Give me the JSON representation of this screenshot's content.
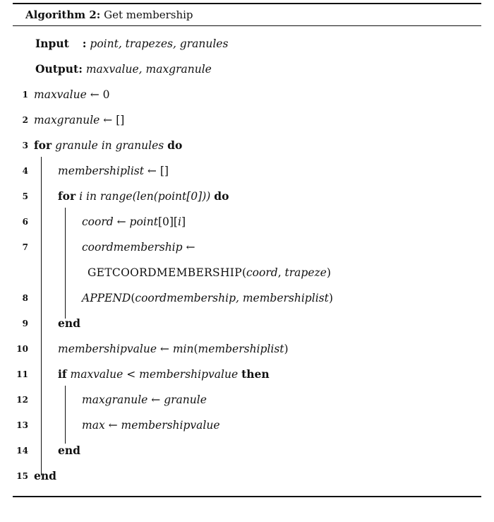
{
  "algorithm": {
    "title_label": "Algorithm 2:",
    "title_text": "Get membership",
    "input_label": "Input",
    "input_sep": ":",
    "input_value": "point, trapezes, granules",
    "output_label": "Output:",
    "output_value": "maxvalue, maxgranule",
    "lines": [
      {
        "n": "1",
        "a": "maxvalue",
        "b": " ← 0"
      },
      {
        "n": "2",
        "a": "maxgranule",
        "b": " ← []"
      },
      {
        "n": "3",
        "kw1": "for",
        "it": "granule in granules",
        "kw2": "do"
      },
      {
        "n": "4",
        "a": "membershiplist",
        "b": " ← []"
      },
      {
        "n": "5",
        "kw1": "for",
        "it": "i in range(len(point[0]))",
        "kw2": "do"
      },
      {
        "n": "6",
        "a": "coord",
        "b": " ← ",
        "c": "point",
        "d": "[0][",
        "e": "i",
        "f": "]"
      },
      {
        "n": "7",
        "a": "coordmembership",
        "b": " ←"
      },
      {
        "n": "",
        "fn": "GETCOORDMEMBERSHIP",
        "args_open": "(",
        "arg1": "coord",
        "comma": ", ",
        "arg2": "trapeze",
        "args_close": ")"
      },
      {
        "n": "8",
        "a": "APPEND",
        "b": "(",
        "c": "coordmembership, membershiplist",
        "d": ")"
      },
      {
        "n": "9",
        "kw1": "end"
      },
      {
        "n": "10",
        "a": "membershipvalue",
        "b": " ← ",
        "c": "min",
        "d": "(",
        "e": "membershiplist",
        "f": ")"
      },
      {
        "n": "11",
        "kw1": "if",
        "it": "maxvalue < membershipvalue",
        "kw2": "then"
      },
      {
        "n": "12",
        "a": "maxgranule",
        "b": " ← ",
        "c": "granule"
      },
      {
        "n": "13",
        "a": "max",
        "b": " ← ",
        "c": "membershipvalue"
      },
      {
        "n": "14",
        "kw1": "end"
      },
      {
        "n": "15",
        "kw1": "end"
      }
    ]
  }
}
